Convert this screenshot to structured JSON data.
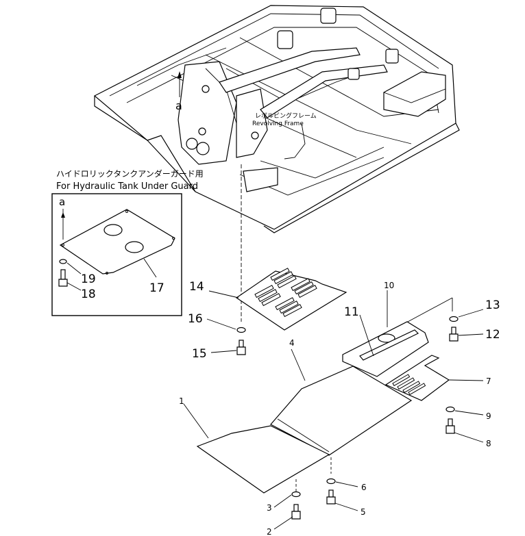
{
  "inset": {
    "title_jp": "ハイドロリックタンクアンダーガード用",
    "title_en": "For Hydraulic Tank Under Guard",
    "arrow_label": "a",
    "parts": [
      "19",
      "18",
      "17"
    ]
  },
  "frame": {
    "label_jp": "レボルビングフレーム",
    "label_en": "Revolving Frame",
    "arrow_label": "a"
  },
  "callouts": {
    "c1": "1",
    "c2": "2",
    "c3": "3",
    "c4": "4",
    "c5": "5",
    "c6": "6",
    "c7": "7",
    "c8": "8",
    "c9": "9",
    "c10": "10",
    "c11": "11",
    "c12": "12",
    "c13": "13",
    "c14": "14",
    "c15": "15",
    "c16": "16"
  }
}
